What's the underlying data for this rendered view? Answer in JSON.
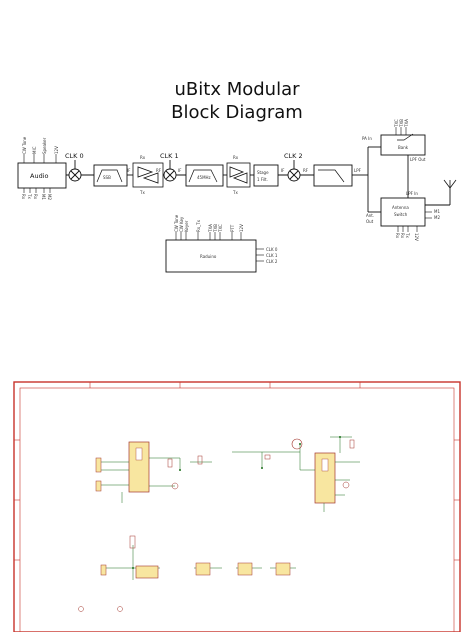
{
  "title": {
    "line1": "uBitx Modular",
    "line2": "Block Diagram"
  },
  "blocks": {
    "audio": "Audio",
    "ssb": "SSB",
    "filter45": "45MHz",
    "stage1": [
      "Stage",
      "1 Filt."
    ],
    "bank": "Bank",
    "antenna_switch": [
      "Antenna",
      "Switch"
    ],
    "raduino": "Raduino"
  },
  "audio_pins_top": [
    "CW Tone",
    "MIC",
    "Speaker",
    "12V"
  ],
  "audio_pins_bottom": [
    "Rx",
    "Tx",
    "Rx",
    "M1",
    "M2"
  ],
  "clocks": [
    "CLK 0",
    "CLK 1",
    "CLK 2"
  ],
  "amp_labels": {
    "rx": "Rx",
    "tx": "Tx"
  },
  "signal_labels": {
    "if": "IF",
    "rf": "RF",
    "lpf": "LPF"
  },
  "bank_labels": {
    "pa_in": "PA In",
    "lpf_out": "LPF Out",
    "pins": [
      "TXC",
      "TXB",
      "TXA"
    ]
  },
  "antenna_labels": {
    "lpf_in": "LPF In",
    "ant_out": [
      "Ant.",
      "Out"
    ],
    "m1": "M1",
    "m2": "M2",
    "pins_bottom": [
      "Rx",
      "Rx",
      "Tx",
      "12V"
    ]
  },
  "raduino_pins_top": [
    "CW Tone",
    "CW Key",
    "Keyer",
    "Rx_Tx",
    "TXA",
    "TXB",
    "TXC",
    "PTT",
    "12V"
  ],
  "raduino_clocks": [
    "CLK 0",
    "CLK 1",
    "CLK 2"
  ]
}
